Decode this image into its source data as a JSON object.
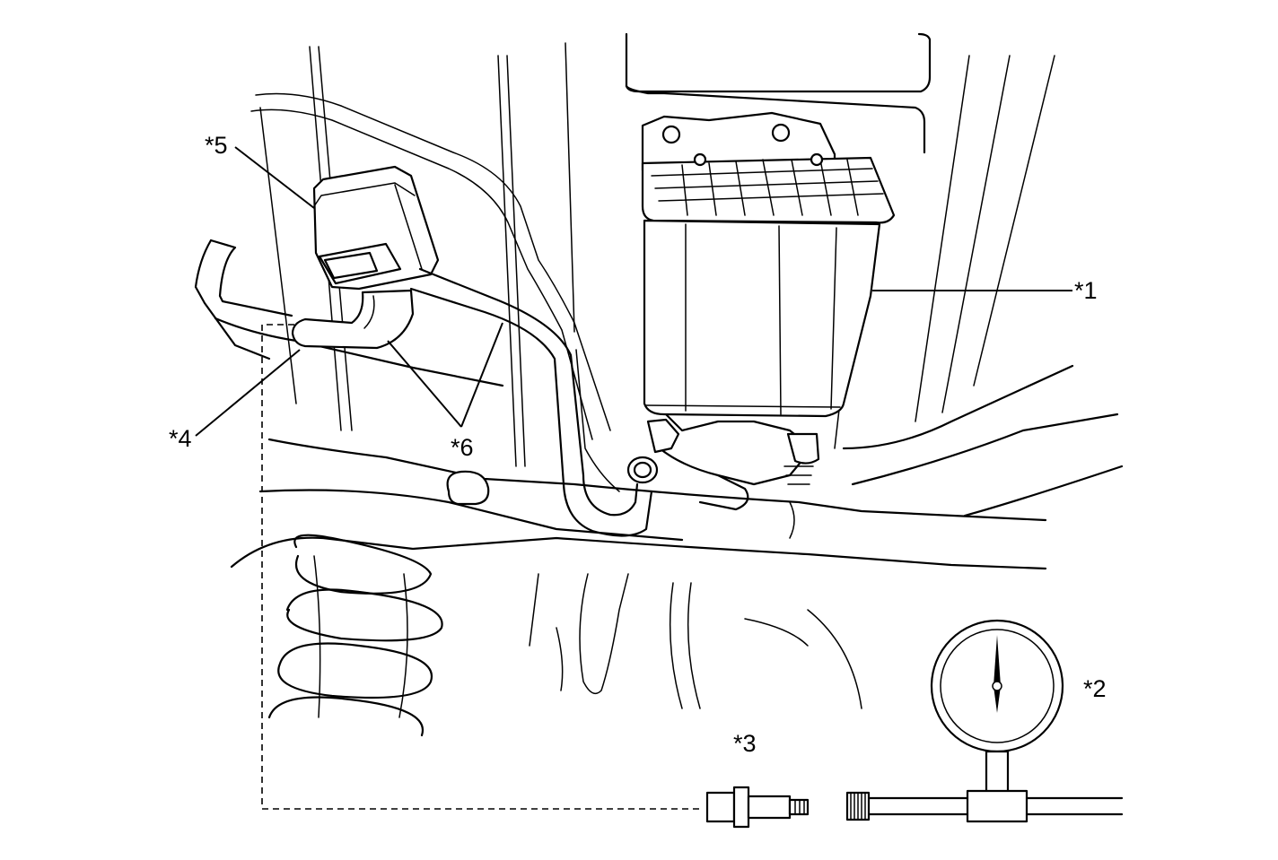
{
  "callouts": [
    {
      "id": "1",
      "text": "*1"
    },
    {
      "id": "2",
      "text": "*2"
    },
    {
      "id": "3",
      "text": "*3"
    },
    {
      "id": "4",
      "text": "*4"
    },
    {
      "id": "5",
      "text": "*5"
    },
    {
      "id": "6",
      "text": "*6"
    }
  ]
}
